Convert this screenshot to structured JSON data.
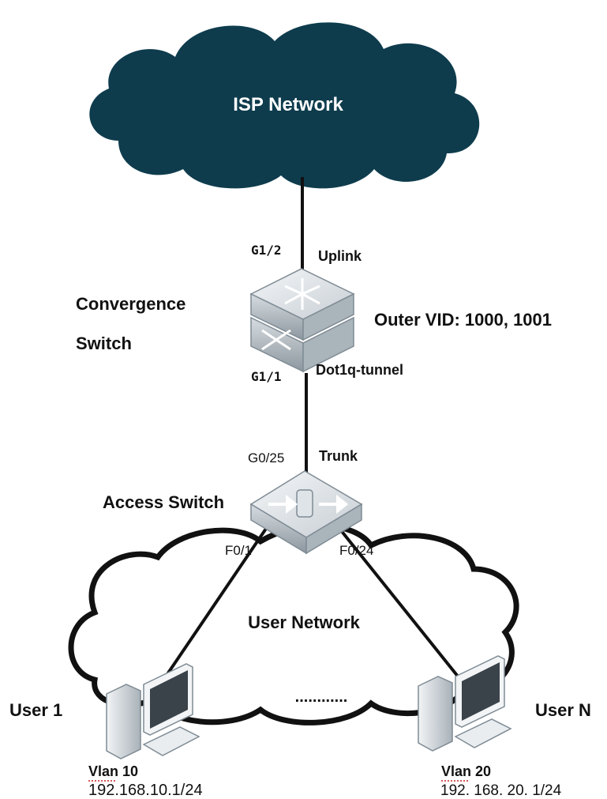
{
  "isp_network": {
    "label": "ISP Network"
  },
  "convergence_switch": {
    "label_line1": "Convergence",
    "label_line2": "Switch",
    "uplink_port": "G1/2",
    "uplink_mode": "Uplink",
    "downlink_port": "G1/1",
    "downlink_mode": "Dot1q-tunnel",
    "outer_vid": "Outer VID: 1000, 1001"
  },
  "access_switch": {
    "label": "Access Switch",
    "uplink_port": "G0/25",
    "uplink_mode": "Trunk",
    "port_left": "F0/1",
    "port_right": "F0/24"
  },
  "user_network": {
    "label": "User Network",
    "ellipsis": "............"
  },
  "users": [
    {
      "name": "User 1",
      "vlan": "Vlan 10",
      "ip": "192.168.10.1/24"
    },
    {
      "name": "User N",
      "vlan": "Vlan 20",
      "ip": "192. 168. 20. 1/24"
    }
  ],
  "colors": {
    "cloud_fill": "#0e3c4d",
    "cloud_text": "#ffffff",
    "device_light": "#e9edf0",
    "device_mid": "#b9c2c9",
    "device_dark": "#7f8b94",
    "link": "#111111"
  }
}
